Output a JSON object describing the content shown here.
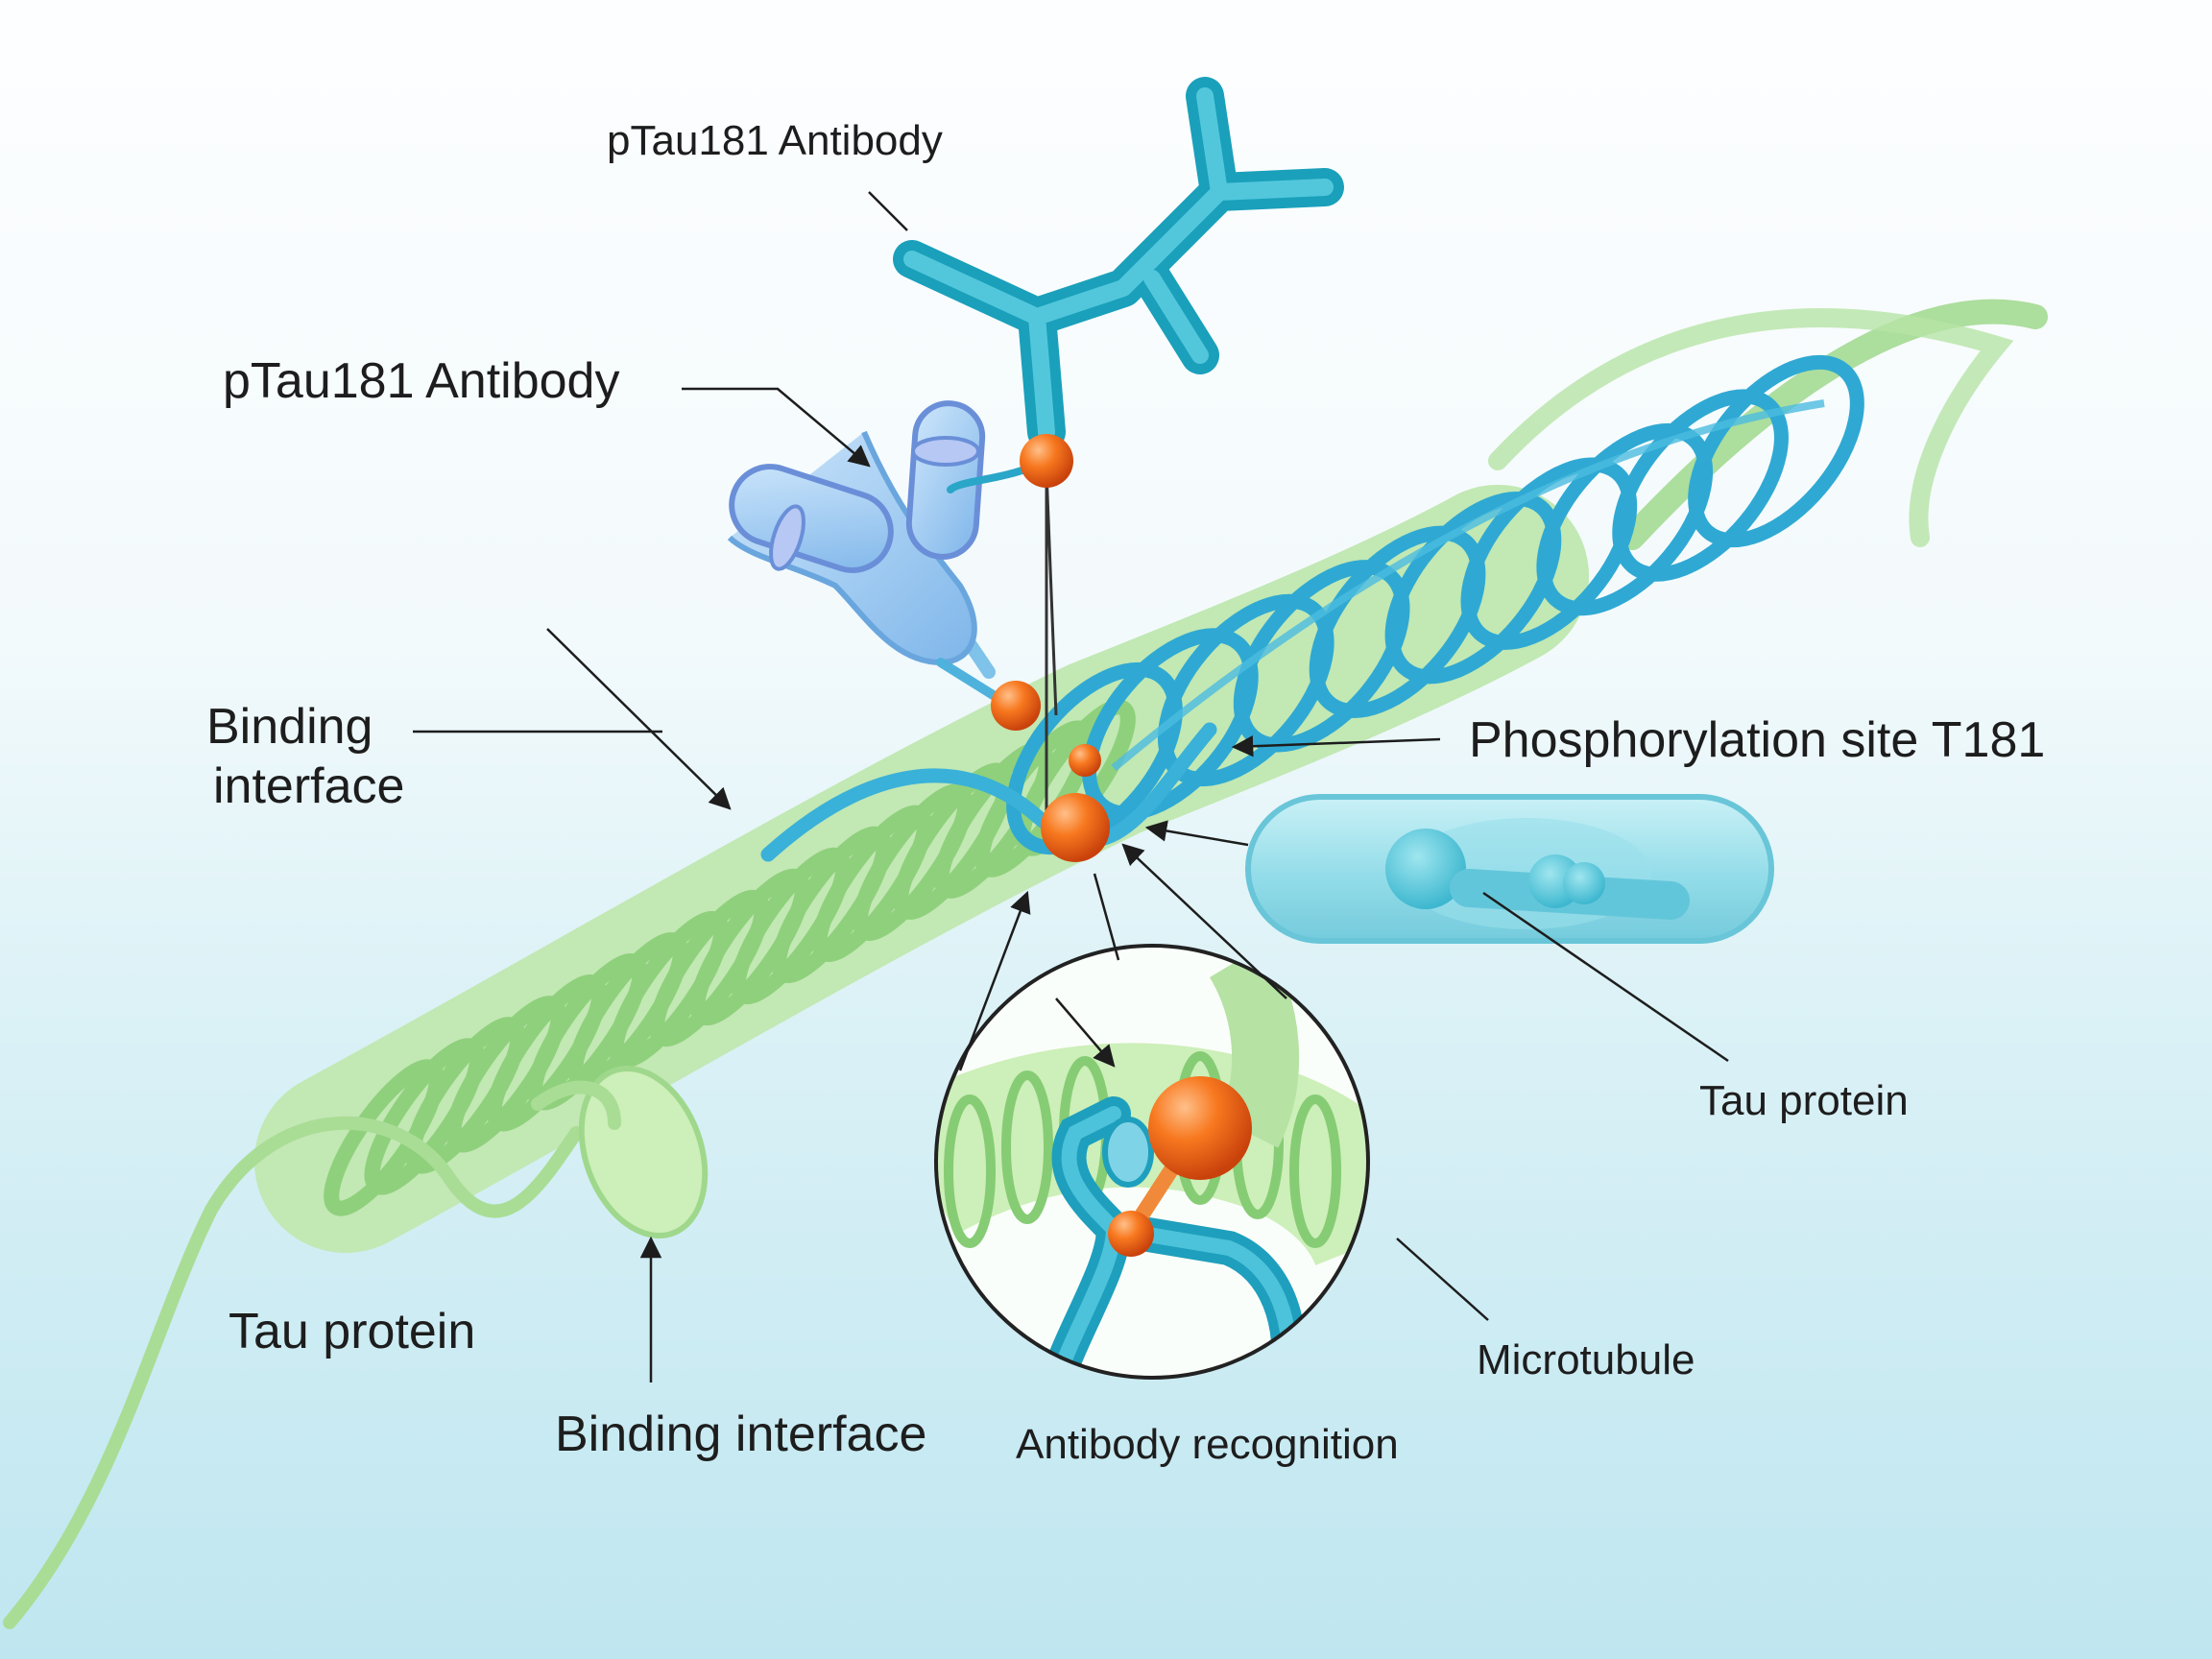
{
  "labels": {
    "antibody_top": "pTau181 Antibody",
    "antibody_left": "pTau181 Antibody",
    "binding_interface_left_line1": "Binding",
    "binding_interface_left_line2": "interface",
    "phosphorylation_site": "Phosphorylation site T181",
    "tau_protein_right": "Tau protein",
    "tau_protein_left": "Tau protein",
    "binding_interface_bottom": "Binding interface",
    "antibody_recognition": "Antibody recognition",
    "microtubule": "Microtubule"
  },
  "colors": {
    "microtubule_green": "#9fd88c",
    "microtubule_green_light": "#d6f2c9",
    "helix_blue": "#2fa9d3",
    "antibody_teal": "#1eaec6",
    "antibody_light_blue": "#8dc9ee",
    "phospho_orange": "#f26a1b",
    "tau_capsule": "#8fdde9"
  }
}
